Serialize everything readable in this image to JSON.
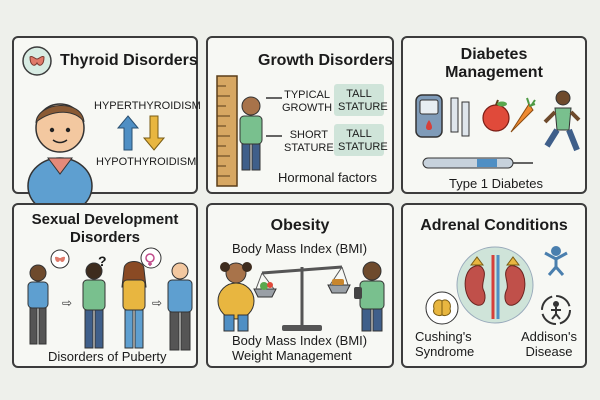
{
  "cards": {
    "thyroid": {
      "title": "Thyroid Disorders",
      "hyper": "HYPERTHYROIDISM",
      "hypo": "HYPOTHYROIDISM"
    },
    "growth": {
      "title": "Growth Disorders",
      "typical": [
        "TYPICAL",
        "GROWTH"
      ],
      "short": [
        "SHORT",
        "STATURE"
      ],
      "tall1": [
        "TALL",
        "STATURE"
      ],
      "tall2": [
        "TALL",
        "STATURE"
      ],
      "caption": "Hormonal factors"
    },
    "diabetes": {
      "title": [
        "Diabetes",
        "Management"
      ],
      "caption": "Type 1 Diabetes"
    },
    "sexual": {
      "title": [
        "Sexual Development",
        "Disorders"
      ],
      "caption": "Disorders of Puberty",
      "question": "?"
    },
    "obesity": {
      "title": "Obesity",
      "bmi_top": "Body Mass Index (BMI)",
      "bmi_bottom": "Body Mass Index (BMI)",
      "weight": "Weight Management"
    },
    "adrenal": {
      "title": "Adrenal Conditions",
      "cushing": [
        "Cushing's",
        "Syndrome"
      ],
      "addison": [
        "Addison's",
        "Disease"
      ]
    }
  },
  "colors": {
    "border": "#3c3c3c",
    "card_bg": "#f7f8f4",
    "page_bg": "#eef0eb",
    "tag_bg": "#cfe4d9",
    "skin": "#f3c8a0",
    "shirt_blue": "#5e9fd0",
    "shirt_green": "#79c08e",
    "arrow_blue": "#4f8fc4",
    "arrow_yellow": "#e8b640"
  },
  "icons": [
    "thyroid-icon",
    "child-face-icon",
    "up-arrow-icon",
    "down-arrow-icon",
    "ruler-icon",
    "glucose-meter-icon",
    "test-strip-icon",
    "apple-icon",
    "carrot-icon",
    "running-child-icon",
    "insulin-pen-icon",
    "balance-scale-icon",
    "kidney-adrenal-icon",
    "brain-icon",
    "stress-person-icon",
    "recycle-person-icon",
    "gender-symbol-icon"
  ]
}
